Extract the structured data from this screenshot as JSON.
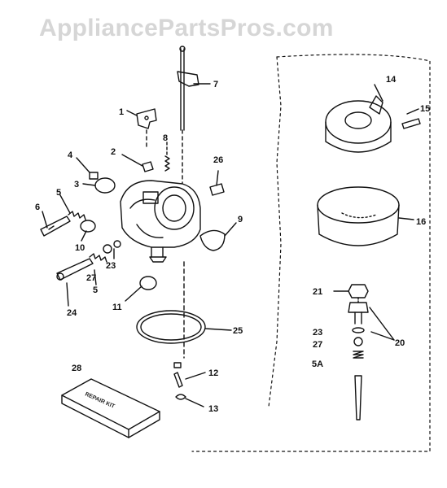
{
  "watermark": "AppliancePartsPros.com",
  "colors": {
    "ink": "#111111",
    "paper": "#ffffff",
    "watermark": "#d6d6d6"
  },
  "kit_label": "REPAIR KIT",
  "callouts": {
    "c1": "1",
    "c2": "2",
    "c3": "3",
    "c4": "4",
    "c5a": "5",
    "c5b": "5",
    "c6": "6",
    "c7": "7",
    "c8": "8",
    "c9": "9",
    "c10": "10",
    "c11": "11",
    "c12": "12",
    "c13": "13",
    "c14": "14",
    "c15": "15",
    "c16": "16",
    "c20": "20",
    "c21": "21",
    "c23a": "23",
    "c23b": "23",
    "c24": "24",
    "c25": "25",
    "c26": "26",
    "c27a": "27",
    "c27b": "27",
    "c28": "28",
    "c5A": "5A"
  }
}
